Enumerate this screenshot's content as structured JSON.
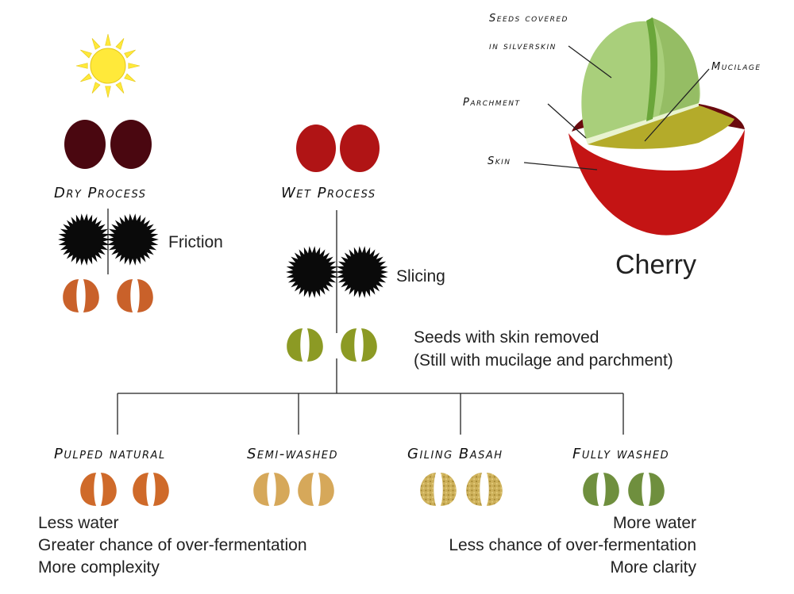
{
  "processes": {
    "dry": "Dry Process",
    "wet": "Wet Process"
  },
  "steps": {
    "friction": "Friction",
    "slicing": "Slicing",
    "seeds_line1": "Seeds with skin removed",
    "seeds_line2": "(Still with mucilage and parchment)"
  },
  "cherry": {
    "title": "Cherry",
    "labels": {
      "seeds_line1": "Seeds covered",
      "seeds_line2": "in silverskin",
      "mucilage": "Mucilage",
      "parchment": "Parchment",
      "skin": "Skin"
    }
  },
  "methods": [
    {
      "name": "Pulped natural",
      "color": "#cf6a2a"
    },
    {
      "name": "Semi-washed",
      "color": "#d6a85a"
    },
    {
      "name": "Giling Basah",
      "color": "#cdb05a"
    },
    {
      "name": "Fully washed",
      "color": "#6f8f3e"
    }
  ],
  "left_notes": [
    "Less water",
    "Greater chance of over-fermentation",
    "More complexity"
  ],
  "right_notes": [
    "More water",
    "Less chance of over-fermentation",
    "More clarity"
  ],
  "colors": {
    "sun": "#ffe93a",
    "dry_cherry": "#4a0710",
    "wet_cherry": "#b01415",
    "dry_bean": "#c9612a",
    "wet_bean": "#8c9a24",
    "skin": "#c41414",
    "mucilage": "#b4ab2a",
    "seed": "#a9cf7b"
  }
}
